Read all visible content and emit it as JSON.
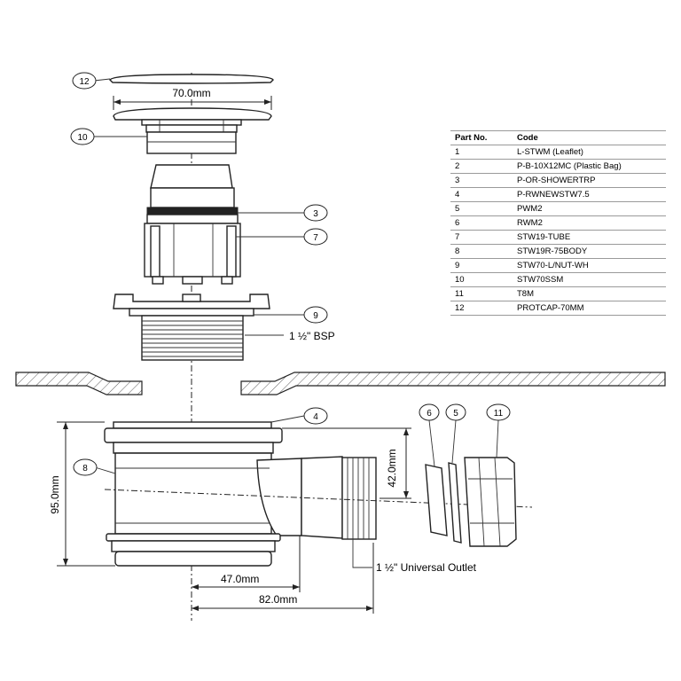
{
  "parts_table": {
    "headers": [
      "Part No.",
      "Code"
    ],
    "rows": [
      [
        "1",
        "L-STWM     (Leaflet)"
      ],
      [
        "2",
        "P-B-10X12MC (Plastic Bag)"
      ],
      [
        "3",
        "P-OR-SHOWERTRP"
      ],
      [
        "4",
        "P-RWNEWSTW7.5"
      ],
      [
        "5",
        "PWM2"
      ],
      [
        "6",
        "RWM2"
      ],
      [
        "7",
        "STW19-TUBE"
      ],
      [
        "8",
        "STW19R-75BODY"
      ],
      [
        "9",
        "STW70-L/NUT-WH"
      ],
      [
        "10",
        "STW70SSM"
      ],
      [
        "11",
        "T8M"
      ],
      [
        "12",
        "PROTCAP-70MM"
      ]
    ]
  },
  "dimensions": {
    "cap_width": "70.0mm",
    "body_height": "95.0mm",
    "outlet_height": "42.0mm",
    "center_to_body_edge": "47.0mm",
    "center_to_outlet_end": "82.0mm"
  },
  "labels": {
    "thread": "1 ½\" BSP",
    "outlet": "1 ½\" Universal Outlet"
  },
  "callouts": {
    "c12": "12",
    "c10": "10",
    "c3": "3",
    "c7": "7",
    "c9": "9",
    "c4": "4",
    "c8": "8",
    "c6": "6",
    "c5": "5",
    "c11": "11"
  }
}
